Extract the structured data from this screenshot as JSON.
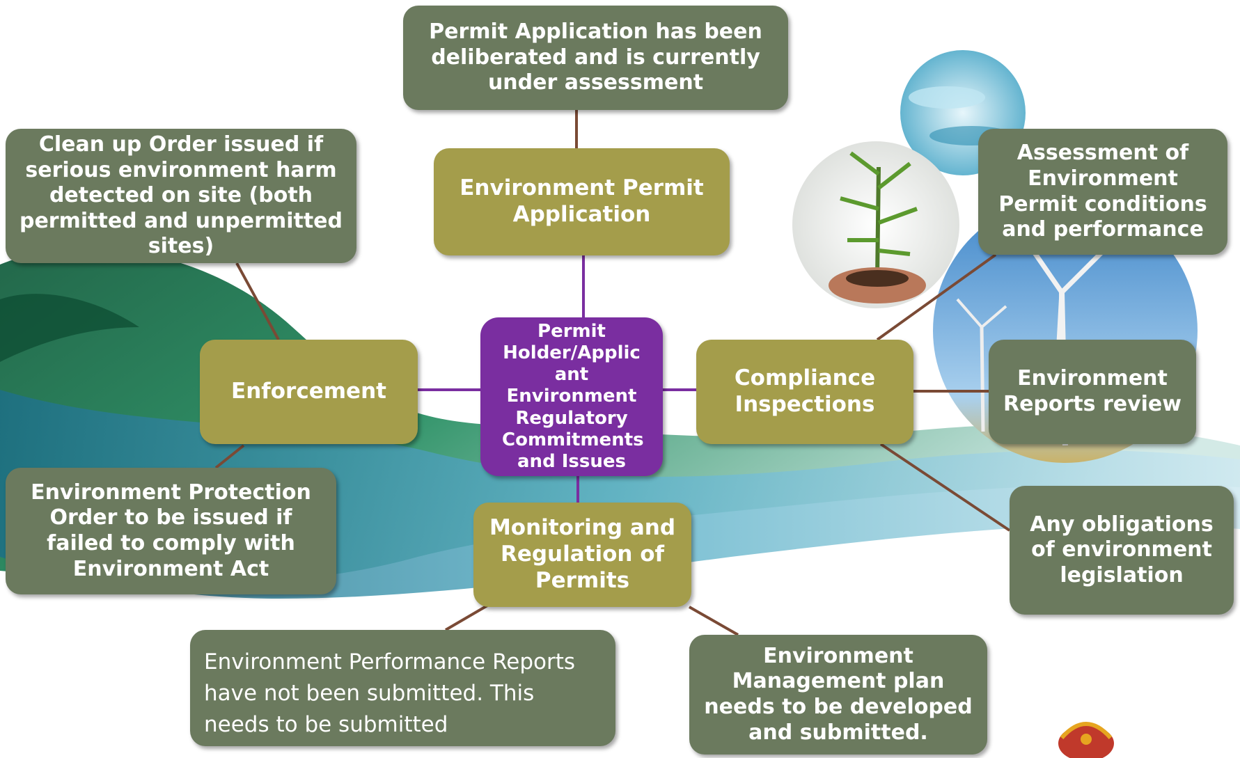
{
  "colors": {
    "detail_box": "#6b7a5e",
    "category_box": "#a49d4b",
    "center_box": "#7a2ea0",
    "purple_connector": "#7a2ea0",
    "brown_connector": "#7a4a35"
  },
  "icons": [
    "green-wave-background",
    "plant-in-hands-image",
    "lab-glassware-image",
    "wind-turbine-image",
    "png-emblem-image"
  ],
  "center": {
    "label": "Permit Holder/Applic ant Environment Regulatory Commitments and Issues"
  },
  "categories": {
    "permit_application": "Environment Permit Application",
    "enforcement": "Enforcement",
    "compliance": "Compliance Inspections",
    "monitoring": "Monitoring and Regulation of Permits"
  },
  "details": {
    "assessment_status": "Permit Application has been deliberated and is currently under assessment",
    "clean_up": "Clean up Order issued if serious environment harm detected on site (both permitted and unpermitted sites)",
    "protection_order": "Environment Protection Order to be issued if failed to comply with Environment Act",
    "permit_conditions": "Assessment of Environment Permit conditions and performance",
    "reports_review": "Environment Reports review",
    "obligations": "Any obligations of environment legislation",
    "performance_reports": "Environment Performance Reports have not been submitted. This needs to be submitted",
    "management_plan": "Environment Management plan needs to be developed and submitted."
  }
}
